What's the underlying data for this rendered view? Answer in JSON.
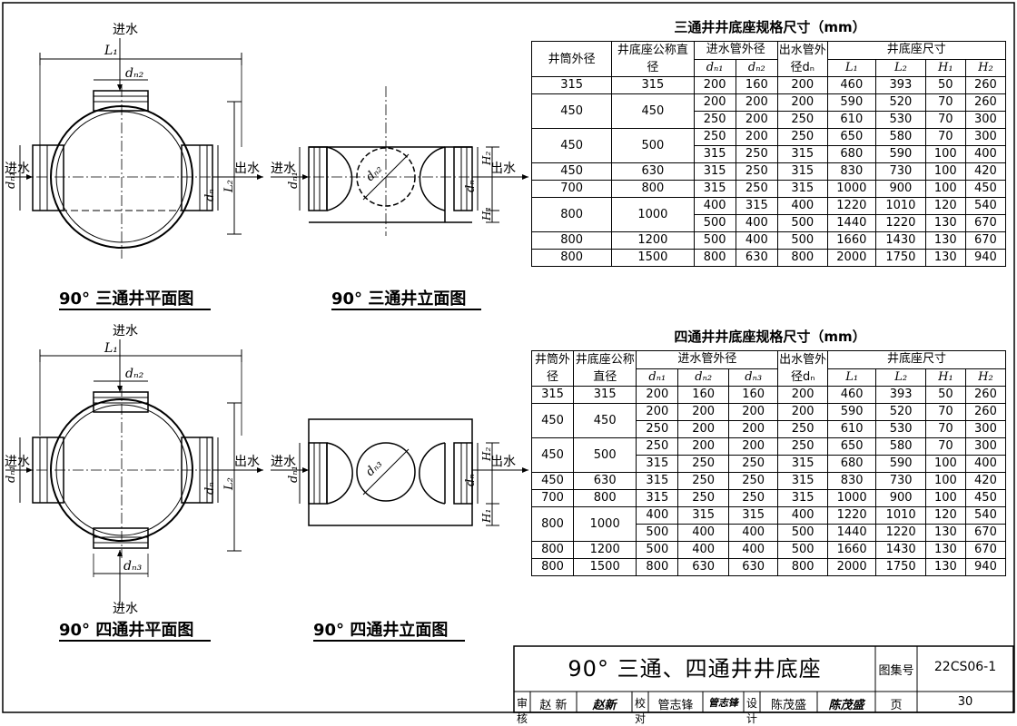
{
  "labels": {
    "water_in": "进水",
    "water_out": "出水",
    "L1": "L₁",
    "L2": "L₂",
    "H1": "H₁",
    "H2": "H₂",
    "dn": "dₙ",
    "dn1": "dₙ₁",
    "dn2": "dₙ₂",
    "dn3": "dₙ₃"
  },
  "captions": {
    "tee_plan": "90° 三通井平面图",
    "tee_elev": "90° 三通井立面图",
    "cross_plan": "90° 四通井平面图",
    "cross_elev": "90° 四通井立面图"
  },
  "tee_table": {
    "title": "三通井井底座规格尺寸（mm）",
    "h_shaft": "井筒外径",
    "h_nominal": "井底座公称直径",
    "h_inlet": "进水管外径",
    "h_outlet": "出水管外径dₙ",
    "h_base": "井底座尺寸",
    "sub": [
      "dₙ₁",
      "dₙ₂",
      "L₁",
      "L₂",
      "H₁",
      "H₂"
    ],
    "groups": [
      {
        "od": "315",
        "dn": "315",
        "rows": [
          [
            "200",
            "160",
            "200",
            "460",
            "393",
            "50",
            "260"
          ]
        ]
      },
      {
        "od": "450",
        "dn": "450",
        "rows": [
          [
            "200",
            "200",
            "200",
            "590",
            "520",
            "70",
            "260"
          ],
          [
            "250",
            "200",
            "250",
            "610",
            "530",
            "70",
            "300"
          ]
        ]
      },
      {
        "od": "450",
        "dn": "500",
        "rows": [
          [
            "250",
            "200",
            "250",
            "650",
            "580",
            "70",
            "300"
          ],
          [
            "315",
            "250",
            "315",
            "680",
            "590",
            "100",
            "400"
          ]
        ]
      },
      {
        "od": "450",
        "dn": "630",
        "rows": [
          [
            "315",
            "250",
            "315",
            "830",
            "730",
            "100",
            "420"
          ]
        ]
      },
      {
        "od": "700",
        "dn": "800",
        "rows": [
          [
            "315",
            "250",
            "315",
            "1000",
            "900",
            "100",
            "450"
          ]
        ]
      },
      {
        "od": "800",
        "dn": "1000",
        "rows": [
          [
            "400",
            "315",
            "400",
            "1220",
            "1010",
            "120",
            "540"
          ],
          [
            "500",
            "400",
            "500",
            "1440",
            "1220",
            "130",
            "670"
          ]
        ]
      },
      {
        "od": "800",
        "dn": "1200",
        "rows": [
          [
            "500",
            "400",
            "500",
            "1660",
            "1430",
            "130",
            "670"
          ]
        ]
      },
      {
        "od": "800",
        "dn": "1500",
        "rows": [
          [
            "800",
            "630",
            "800",
            "2000",
            "1750",
            "130",
            "940"
          ]
        ]
      }
    ]
  },
  "cross_table": {
    "title": "四通井井底座规格尺寸（mm）",
    "h_shaft": "井筒外径",
    "h_nominal": "井底座公称直径",
    "h_inlet": "进水管外径",
    "h_outlet": "出水管外径dₙ",
    "h_base": "井底座尺寸",
    "sub": [
      "dₙ₁",
      "dₙ₂",
      "dₙ₃",
      "L₁",
      "L₂",
      "H₁",
      "H₂"
    ],
    "groups": [
      {
        "od": "315",
        "dn": "315",
        "rows": [
          [
            "200",
            "160",
            "160",
            "200",
            "460",
            "393",
            "50",
            "260"
          ]
        ]
      },
      {
        "od": "450",
        "dn": "450",
        "rows": [
          [
            "200",
            "200",
            "200",
            "200",
            "590",
            "520",
            "70",
            "260"
          ],
          [
            "250",
            "200",
            "200",
            "250",
            "610",
            "530",
            "70",
            "300"
          ]
        ]
      },
      {
        "od": "450",
        "dn": "500",
        "rows": [
          [
            "250",
            "200",
            "200",
            "250",
            "650",
            "580",
            "70",
            "300"
          ],
          [
            "315",
            "250",
            "250",
            "315",
            "680",
            "590",
            "100",
            "400"
          ]
        ]
      },
      {
        "od": "450",
        "dn": "630",
        "rows": [
          [
            "315",
            "250",
            "250",
            "315",
            "830",
            "730",
            "100",
            "420"
          ]
        ]
      },
      {
        "od": "700",
        "dn": "800",
        "rows": [
          [
            "315",
            "250",
            "250",
            "315",
            "1000",
            "900",
            "100",
            "450"
          ]
        ]
      },
      {
        "od": "800",
        "dn": "1000",
        "rows": [
          [
            "400",
            "315",
            "315",
            "400",
            "1220",
            "1010",
            "120",
            "540"
          ],
          [
            "500",
            "400",
            "400",
            "500",
            "1440",
            "1220",
            "130",
            "670"
          ]
        ]
      },
      {
        "od": "800",
        "dn": "1200",
        "rows": [
          [
            "500",
            "400",
            "400",
            "500",
            "1660",
            "1430",
            "130",
            "670"
          ]
        ]
      },
      {
        "od": "800",
        "dn": "1500",
        "rows": [
          [
            "800",
            "630",
            "630",
            "800",
            "2000",
            "1750",
            "130",
            "940"
          ]
        ]
      }
    ]
  },
  "title_block": {
    "title": "90° 三通、四通井井底座",
    "atlas_label": "图集号",
    "atlas_no": "22CS06-1",
    "review_label": "审核",
    "reviewer": "赵 新",
    "reviewer_sig": "赵新",
    "check_label": "校对",
    "checker": "管志锋",
    "checker_sig": "管志锋",
    "design_label": "设计",
    "designer": "陈茂盛",
    "designer_sig": "陈茂盛",
    "page_label": "页",
    "page_no": "30"
  }
}
